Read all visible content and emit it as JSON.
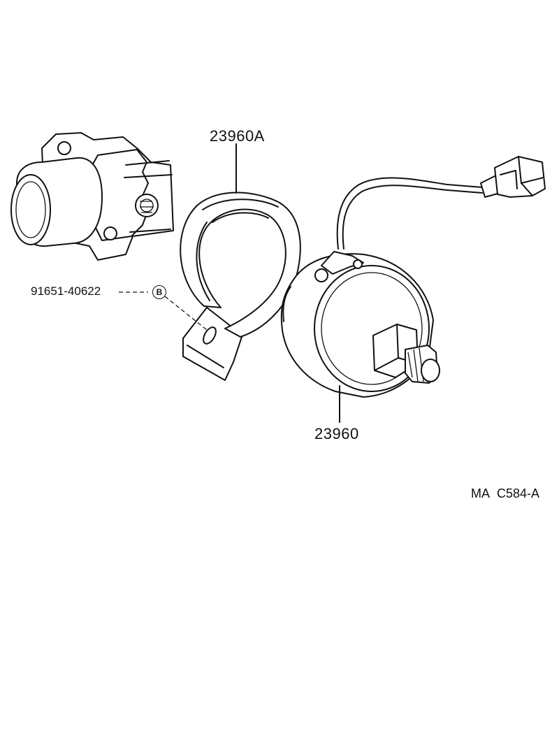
{
  "labels": {
    "part_clamp": "23960A",
    "part_sensor": "23960",
    "part_bolt": "91651-40622",
    "bolt_marker": "B",
    "figure_code": "MA  C584-A"
  }
}
